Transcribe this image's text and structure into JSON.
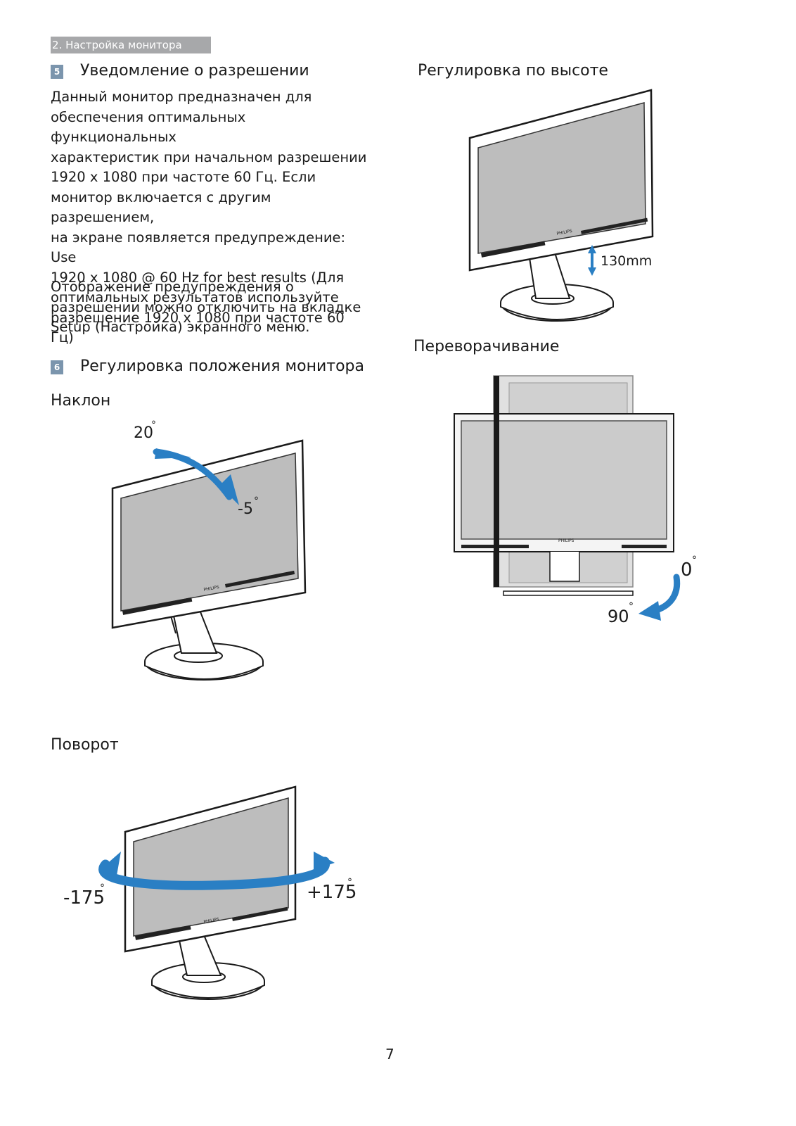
{
  "header": {
    "section": "2. Настройка монитора"
  },
  "sec5": {
    "num": "5",
    "title": "Уведомление о разрешении",
    "lines1": [
      "Данный монитор предназначен для",
      "обеспечения оптимальных функциональных",
      "характеристик при начальном разрешении",
      "1920 x 1080 при частоте 60 Гц. Если",
      "монитор включается с другим разрешением,",
      "на экране появляется предупреждение: Use",
      "1920 x 1080 @ 60 Hz for best results (Для",
      "оптимальных результатов используйте",
      "разрешение 1920 x 1080 при частоте 60 Гц)"
    ],
    "lines2": [
      "Отображение предупреждения о",
      "разрешении можно отключить на вкладке",
      "Setup (Настройка) экранного меню."
    ]
  },
  "sec6": {
    "num": "6",
    "title": "Регулировка положения монитора"
  },
  "tilt": {
    "title": "Наклон",
    "up": "20",
    "down": "-5"
  },
  "swivel": {
    "title": "Поворот",
    "left": "-175",
    "right": "+175"
  },
  "height": {
    "title": "Регулировка по высоте",
    "value": "130mm"
  },
  "pivot": {
    "title": "Переворачивание",
    "start": "0",
    "end": "90"
  },
  "brand": "PHILIPS",
  "degree": "°",
  "footer": {
    "page": "7"
  },
  "colors": {
    "arrow": "#2a7fc4",
    "tag": "#a7a8aa",
    "num_box": "#7b95ad"
  }
}
